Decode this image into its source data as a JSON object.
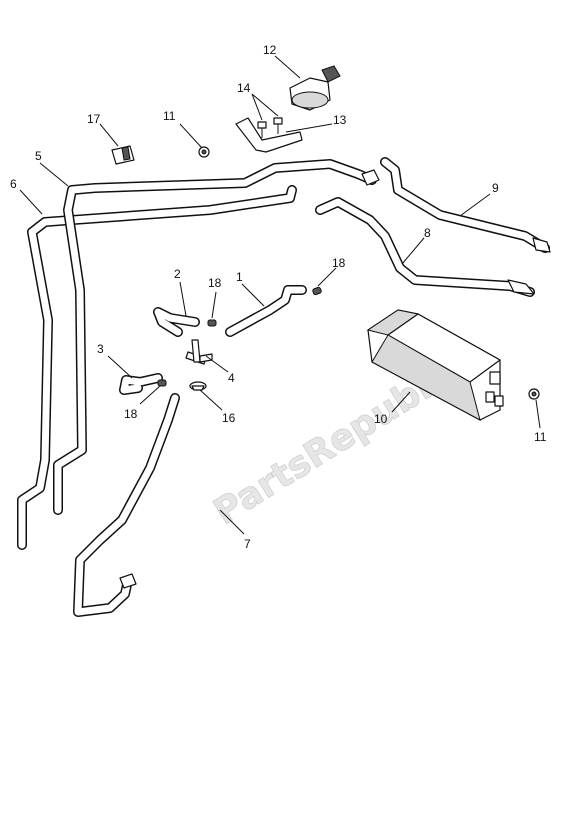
{
  "watermark": {
    "text": "PartsRepublik"
  },
  "callouts": {
    "c1": "1",
    "c2": "2",
    "c3": "3",
    "c4": "4",
    "c5": "5",
    "c6": "6",
    "c7": "7",
    "c8": "8",
    "c9": "9",
    "c10": "10",
    "c11a": "11",
    "c11b": "11",
    "c12": "12",
    "c13": "13",
    "c14": "14",
    "c16": "16",
    "c17": "17",
    "c18a": "18",
    "c18b": "18",
    "c18c": "18"
  }
}
